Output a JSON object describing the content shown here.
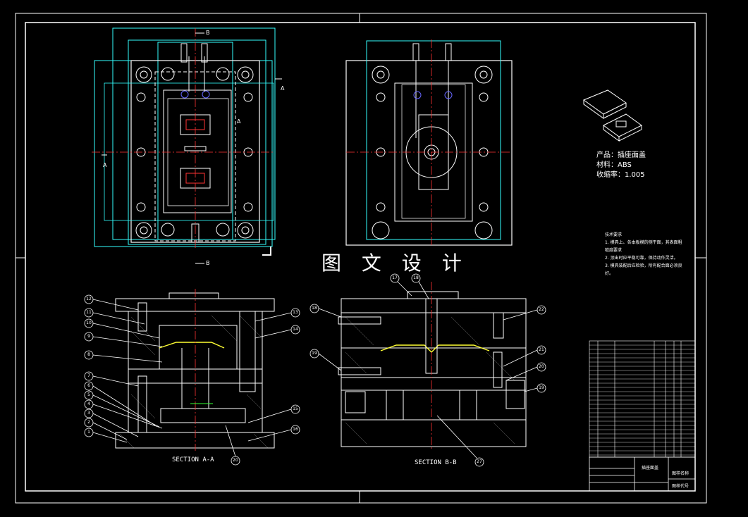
{
  "watermark": "图 文 设 计",
  "product": {
    "name_line": "产品：插座面盖",
    "material_line": "材料：ABS",
    "shrink_line": "收缩率：1.005"
  },
  "notes": {
    "title": "技术要求",
    "lines": [
      "1. 模具上、各本板模的侧平面，其表面粗糙度要求",
      "2. 顶出时应平稳可靠，保持动作灵活。",
      "3. 模具装配后应检验，所有配合面必须良好。"
    ]
  },
  "views": {
    "section_a": "SECTION A-A",
    "section_b": "SECTION B-B",
    "cut_a": "A",
    "cut_b": "B"
  },
  "balloons_a": [
    "12",
    "11",
    "10",
    "9",
    "8",
    "7",
    "6",
    "5",
    "4",
    "3",
    "2",
    "1",
    "13",
    "14",
    "15",
    "16",
    "20"
  ],
  "balloons_b": [
    "18",
    "19",
    "17",
    "18",
    "22",
    "21",
    "20",
    "19",
    "27"
  ],
  "title_block": {
    "name": "插座面盖",
    "drawing_no": "图样代号",
    "company": "图样名称"
  },
  "colors": {
    "outline": "#ffffff",
    "center": "#ff3333",
    "aux": "#33ffff",
    "green": "#33ff33",
    "blue": "#6666ff"
  }
}
